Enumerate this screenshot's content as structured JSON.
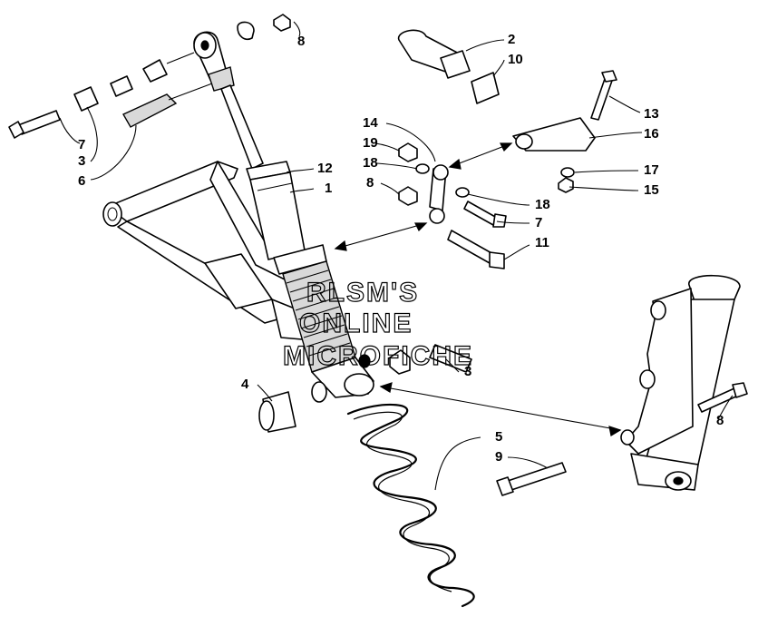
{
  "watermark": {
    "line1": "RLSM'S",
    "line2": "ONLINE",
    "line3": "MICROFICHE"
  },
  "callouts": [
    {
      "id": "c-8-top",
      "text": "8"
    },
    {
      "id": "c-2",
      "text": "2"
    },
    {
      "id": "c-10",
      "text": "10"
    },
    {
      "id": "c-13",
      "text": "13"
    },
    {
      "id": "c-16",
      "text": "16"
    },
    {
      "id": "c-14",
      "text": "14"
    },
    {
      "id": "c-19",
      "text": "19"
    },
    {
      "id": "c-18-left",
      "text": "18"
    },
    {
      "id": "c-8-mid",
      "text": "8"
    },
    {
      "id": "c-12",
      "text": "12"
    },
    {
      "id": "c-1",
      "text": "1"
    },
    {
      "id": "c-17",
      "text": "17"
    },
    {
      "id": "c-15",
      "text": "15"
    },
    {
      "id": "c-18-right",
      "text": "18"
    },
    {
      "id": "c-7-right",
      "text": "7"
    },
    {
      "id": "c-11",
      "text": "11"
    },
    {
      "id": "c-7-left",
      "text": "7"
    },
    {
      "id": "c-3-left",
      "text": "3"
    },
    {
      "id": "c-6",
      "text": "6"
    },
    {
      "id": "c-3-right",
      "text": "3"
    },
    {
      "id": "c-4",
      "text": "4"
    },
    {
      "id": "c-5",
      "text": "5"
    },
    {
      "id": "c-9",
      "text": "9"
    },
    {
      "id": "c-8-right",
      "text": "8"
    }
  ]
}
